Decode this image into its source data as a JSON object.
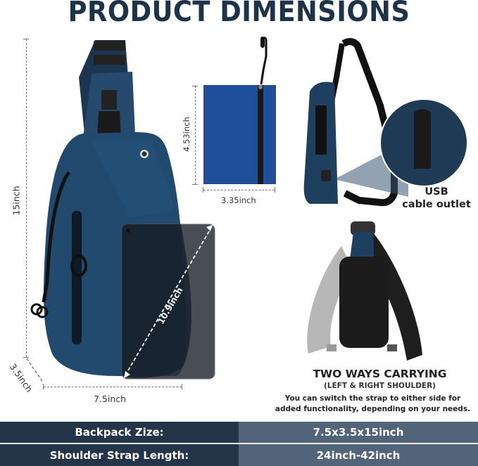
{
  "title": "PRODUCT DIMENSIONS",
  "dimensions": {
    "height": "15inch",
    "width": "7.5inch",
    "depth": "3.5inch",
    "tablet_diagonal": "10.9inch",
    "pocket_height": "4.53inch",
    "pocket_width": "3.35inch"
  },
  "usb": {
    "line1": "USB",
    "line2": "cable outlet"
  },
  "carrying": {
    "title": "TWO WAYS CARRYING",
    "subtitle": "(LEFT & RIGHT SHOULDER)",
    "line1": "You can switch the strap to either side for",
    "line2": "added functionality, depending on your needs."
  },
  "specs": [
    {
      "label": "Backpack Zize:",
      "value": "7.5x3.5x15inch"
    },
    {
      "label": "Shoulder Strap Length:",
      "value": "24inch-42inch"
    }
  ],
  "colors": {
    "title": "#1d3349",
    "bag_blue": "#1f3f5e",
    "pocket_blue": "#1f4f9a",
    "table_dark": "#243449",
    "table_light": "#51647a"
  }
}
